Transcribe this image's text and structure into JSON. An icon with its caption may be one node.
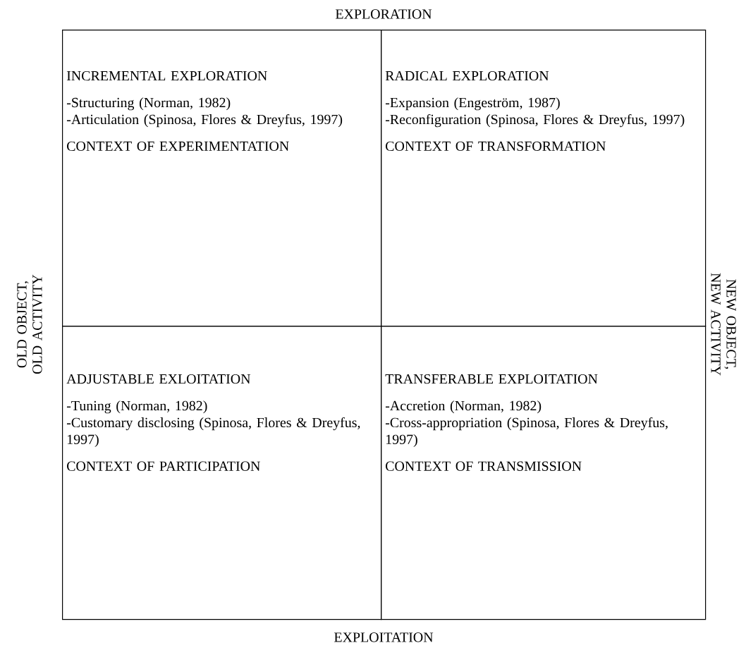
{
  "diagram": {
    "nodes": [
      {
        "text": [
          "INCREMENTAL EXPLORATION",
          "-Structuring (Norman, 1982)",
          "-Articulation (Spinosa, Flores & Dreyfus, 1997)",
          "CONTEXT OF EXPERIMENTATION"
        ]
      },
      {
        "text": [
          "RADICAL EXPLORATION",
          "-Expansion (Engeström, 1987)",
          "-Reconfiguration (Spinosa, Flores & Dreyfus, 1997)",
          "CONTEXT OF TRANSFORMATION"
        ]
      },
      {
        "text": [
          "ADJUSTABLE EXLOITATION",
          "-Tuning (Norman, 1982)",
          "-Customary disclosing (Spinosa, Flores & Dreyfus, 1997)",
          "CONTEXT OF PARTICIPATION"
        ]
      },
      {
        "text": [
          "TRANSFERABLE EXPLOITATION",
          "-Accretion (Norman, 1982)",
          "-Cross-appropriation (Spinosa, Flores & Dreyfus, 1997)",
          "CONTEXT OF TRANSMISSION"
        ]
      }
    ],
    "labels": [
      "EXPLORATION",
      "OLD OBJECT, OLD ACTIVITY",
      "NEW OBJECT, NEW ACTIVITY",
      "EXPLOITATION"
    ]
  }
}
